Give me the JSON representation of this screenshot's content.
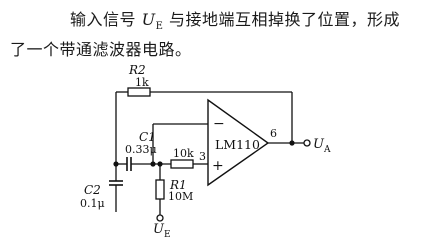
{
  "caption": {
    "line1_prefix": "输入信号",
    "line1_symbol": "U",
    "line1_symbol_sub": "E",
    "line1_suffix": "与接地端互相掉换了位置，形成",
    "line2": "了一个带通滤波器电路。"
  },
  "circuit": {
    "opamp_label": "LM110",
    "output_pin": "6",
    "input_pin": "3",
    "minus_sign": "−",
    "plus_sign": "+",
    "output_symbol": "U",
    "output_symbol_sub": "A",
    "input_symbol": "U",
    "input_symbol_sub": "E",
    "r2_name": "R2",
    "r2_value": "1k",
    "c1_name": "C1",
    "c1_value": "0.33μ",
    "r_series_value": "10k",
    "r1_name": "R1",
    "r1_value": "10M",
    "c2_name": "C2",
    "c2_value": "0.1μ"
  }
}
